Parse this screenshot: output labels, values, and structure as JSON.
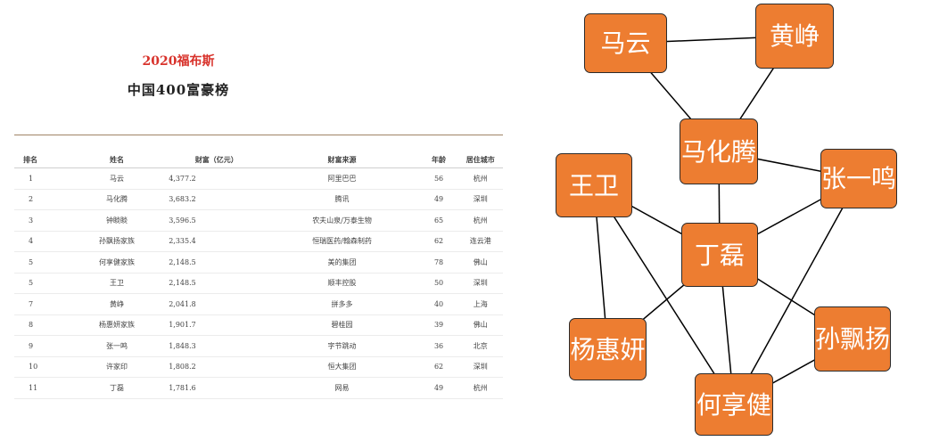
{
  "ranking": {
    "year_title": "2020福布斯",
    "list_title": "中国400富豪榜",
    "columns": [
      "排名",
      "姓名",
      "财富（亿元）",
      "财富来源",
      "年龄",
      "居住城市"
    ],
    "rows": [
      [
        "1",
        "马云",
        "4,377.2",
        "阿里巴巴",
        "56",
        "杭州"
      ],
      [
        "2",
        "马化腾",
        "3,683.2",
        "腾讯",
        "49",
        "深圳"
      ],
      [
        "3",
        "钟睒睒",
        "3,596.5",
        "农夫山泉/万泰生物",
        "65",
        "杭州"
      ],
      [
        "4",
        "孙飘扬家族",
        "2,335.4",
        "恒瑞医药/翰森制药",
        "62",
        "连云港"
      ],
      [
        "5",
        "何享健家族",
        "2,148.5",
        "美的集团",
        "78",
        "佛山"
      ],
      [
        "5",
        "王卫",
        "2,148.5",
        "顺丰控股",
        "50",
        "深圳"
      ],
      [
        "7",
        "黄峥",
        "2,041.8",
        "拼多多",
        "40",
        "上海"
      ],
      [
        "8",
        "杨惠妍家族",
        "1,901.7",
        "碧桂园",
        "39",
        "佛山"
      ],
      [
        "9",
        "张一鸣",
        "1,848.3",
        "字节跳动",
        "36",
        "北京"
      ],
      [
        "10",
        "许家印",
        "1,808.2",
        "恒大集团",
        "62",
        "深圳"
      ],
      [
        "11",
        "丁磊",
        "1,781.6",
        "网易",
        "49",
        "杭州"
      ]
    ]
  },
  "graph": {
    "node_color": "#ed7d31",
    "nodes": [
      {
        "id": "mayun",
        "label": "马云"
      },
      {
        "id": "huangzheng",
        "label": "黄峥"
      },
      {
        "id": "mahuateng",
        "label": "马化腾"
      },
      {
        "id": "wangwei",
        "label": "王卫"
      },
      {
        "id": "zhangyiming",
        "label": "张一鸣"
      },
      {
        "id": "dinglei",
        "label": "丁磊"
      },
      {
        "id": "yanghuiyan",
        "label": "杨惠妍"
      },
      {
        "id": "sunpiaoyang",
        "label": "孙飘扬"
      },
      {
        "id": "hexiangjian",
        "label": "何享健"
      }
    ],
    "edges": [
      [
        "mayun",
        "huangzheng"
      ],
      [
        "mayun",
        "mahuateng"
      ],
      [
        "huangzheng",
        "mahuateng"
      ],
      [
        "mahuateng",
        "zhangyiming"
      ],
      [
        "mahuateng",
        "dinglei"
      ],
      [
        "wangwei",
        "dinglei"
      ],
      [
        "wangwei",
        "yanghuiyan"
      ],
      [
        "wangwei",
        "hexiangjian"
      ],
      [
        "zhangyiming",
        "dinglei"
      ],
      [
        "zhangyiming",
        "hexiangjian"
      ],
      [
        "dinglei",
        "yanghuiyan"
      ],
      [
        "dinglei",
        "sunpiaoyang"
      ],
      [
        "dinglei",
        "hexiangjian"
      ],
      [
        "sunpiaoyang",
        "hexiangjian"
      ]
    ]
  }
}
